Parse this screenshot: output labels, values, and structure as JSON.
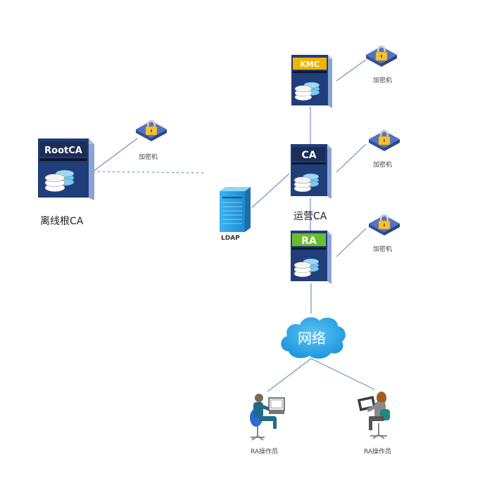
{
  "nodes": {
    "root_ca": {
      "box_label": "RootCA",
      "caption": "离线根CA",
      "header_color": "#1c2d5a"
    },
    "kmc": {
      "box_label": "KMC",
      "header_color": "#f2b400"
    },
    "ca": {
      "box_label": "CA",
      "caption": "运营CA",
      "header_color": "#1c2d5a"
    },
    "ra": {
      "box_label": "RA",
      "header_color": "#6cbd2e"
    },
    "ldap": {
      "caption": "LDAP"
    },
    "network": {
      "caption": "网络"
    },
    "hsm_root": {
      "caption": "加密机"
    },
    "hsm_kmc": {
      "caption": "加密机"
    },
    "hsm_ca": {
      "caption": "加密机"
    },
    "hsm_ra": {
      "caption": "加密机"
    },
    "operator_1": {
      "caption": "RA操作员"
    },
    "operator_2": {
      "caption": "RA操作员"
    }
  },
  "colors": {
    "line": "#6f8fc8",
    "server_body": "#1f3e7a",
    "server_side": "#8aa3d6",
    "disk_white": "#ffffff",
    "disk_blue": "#7fc9ef",
    "lock_base": "#4a68b8",
    "lock_body": "#f2c230",
    "cloud": "#2ea6e6",
    "ldap": "#2b9de0"
  }
}
